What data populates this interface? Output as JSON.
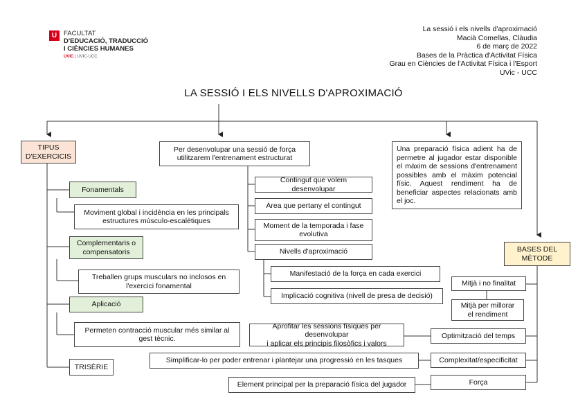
{
  "logo": {
    "mark": "U",
    "faculty_line1": "FACULTAT",
    "faculty_line2": "D'EDUCACIÓ, TRADUCCIÓ",
    "faculty_line3": "I CIÈNCIES HUMANES",
    "uvic_red": "UVIC",
    "uvic_rest": " | UVIC·UCC"
  },
  "header": {
    "lines": [
      "La sessió i els nivells d'aproximació",
      "Macià Comellas, Clàudia",
      "6 de març de 2022",
      "Bases de la Pràctica d'Activitat Física",
      "Grau en Ciències de l'Activitat Física i l'Esport",
      "UVic - UCC"
    ]
  },
  "title": "LA SESSIÓ I ELS NIVELLS D'APROXIMACIÓ",
  "left": {
    "root": [
      "TIPUS",
      "D'EXERCICIS"
    ],
    "fonamentals": "Fonamentals",
    "fonamentals_desc": [
      "Moviment global i incidència en les principals",
      "estructures músculo-escalètiques"
    ],
    "complementaris": [
      "Complementaris o",
      "compensatoris"
    ],
    "complementaris_desc": [
      "Treballen grups musculars no inclosos en",
      "l'exercici fonamental"
    ],
    "aplicacio": "Aplicació",
    "aplicacio_desc": [
      "Permeten contracció muscular més similar al",
      "gest tècnic."
    ],
    "triserie": "TRISÈRIE"
  },
  "middle": {
    "root": [
      "Per desenvolupar una sessió de força",
      "utilitzarem l'entrenament estructurat"
    ],
    "items": [
      "Contingut que volem desenvolupar",
      "Àrea que pertany el contingut",
      "Moment de la temporada i fase evolutiva",
      "Nivells d'aproximació"
    ],
    "moment": [
      "Moment de la temporada i fase",
      "evolutiva"
    ],
    "sub": [
      "Manifestació de la força en cada exercici",
      "Implicació cognitiva (nivell de presa de decisió)"
    ]
  },
  "right": {
    "text": "Una preparació física adient ha de permetre al jugador estar disponible el màxim de sessions d'entrenament possibles amb el màxim potencial físic. Aquest rendiment ha de beneficiar aspectes relacionats amb el joc.",
    "root": [
      "BASES DEL",
      "MÈTODE"
    ],
    "mitja_no_finalitat": "Mitjà i no finalitat",
    "mitja_millorar": [
      "Mitjà per millorar",
      "el rendiment"
    ],
    "optimitzacio": "Optimització del temps",
    "optimitzacio_desc": [
      "Aprofitar les sessions físiques per desenvolupar",
      "i aplicar els principis filosòfics i valors"
    ],
    "complexitat": "Complexitat/especificitat",
    "complexitat_desc": "Simplificar-lo per poder entrenar i plantejar una progressió en les tasques",
    "forca": "Força",
    "forca_desc": "Element principal per la preparació física del jugador"
  },
  "colors": {
    "accent_red": "#d6001c",
    "green_fill": "#e2efd9",
    "peach_fill": "#fbe4d5",
    "cream_fill": "#fff2cc",
    "line": "#333333"
  }
}
